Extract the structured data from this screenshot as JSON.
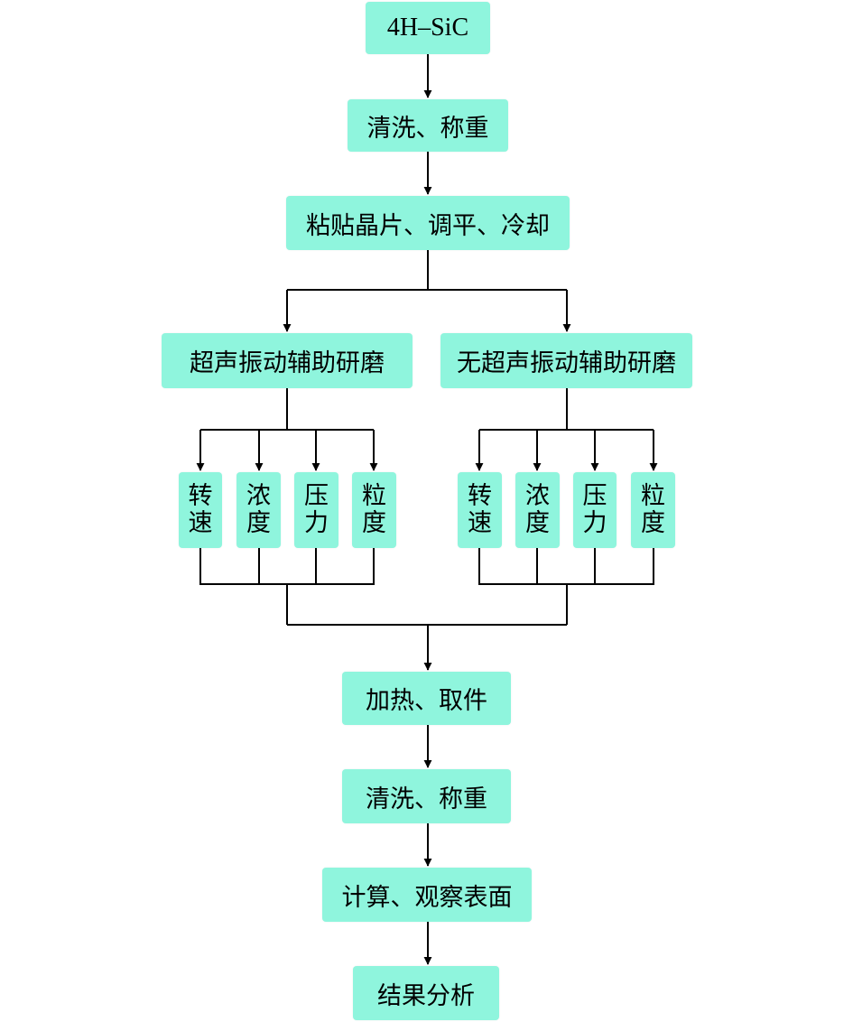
{
  "flowchart": {
    "start": "4H–SiC",
    "clean_weigh_1": "清洗、称重",
    "mount": "粘贴晶片、调平、冷却",
    "branch_ultrasonic": "超声振动辅助研磨",
    "branch_no_ultrasonic": "无超声振动辅助研磨",
    "params_left": [
      "转速",
      "浓度",
      "压力",
      "粒度"
    ],
    "params_right": [
      "转速",
      "浓度",
      "压力",
      "粒度"
    ],
    "heat_remove": "加热、取件",
    "clean_weigh_2": "清洗、称重",
    "calculate_observe": "计算、观察表面",
    "result_analysis": "结果分析"
  },
  "colors": {
    "node_fill": "#8ff5dd",
    "line": "#000000"
  }
}
